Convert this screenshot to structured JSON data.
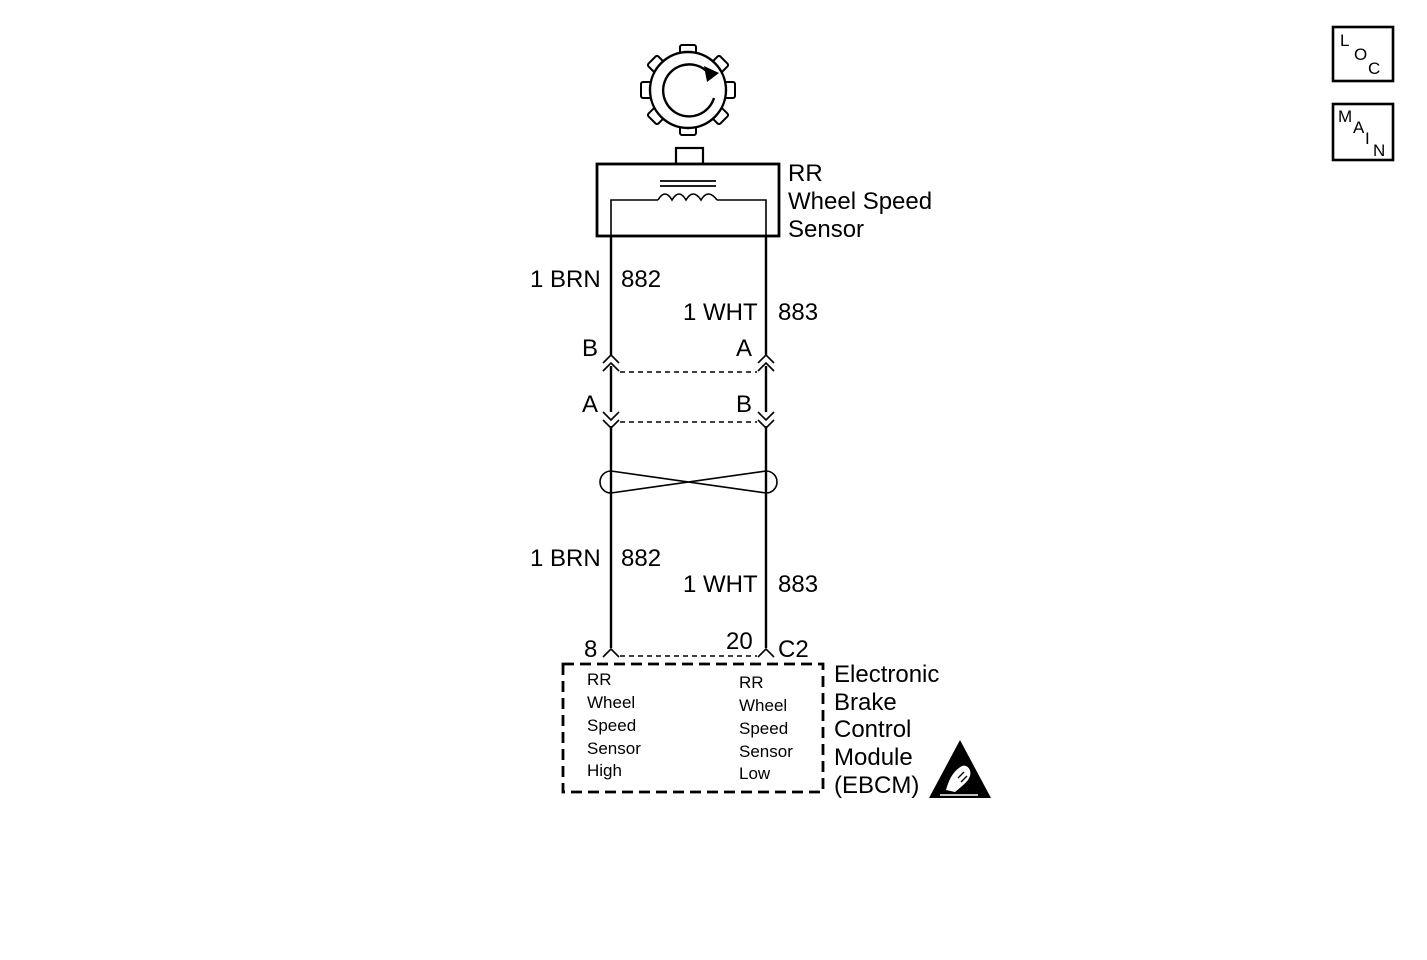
{
  "nav": {
    "loc": {
      "l1": "L",
      "l2": "O",
      "l3": "C"
    },
    "main": {
      "l1": "M",
      "l2": "A",
      "l3": "I",
      "l4": "N"
    }
  },
  "sensor": {
    "line1": "RR",
    "line2": "Wheel Speed",
    "line3": "Sensor"
  },
  "wires": {
    "upper_left_gauge": "1 BRN",
    "upper_left_circuit": "882",
    "upper_right_gauge": "1 WHT",
    "upper_right_circuit": "883",
    "lower_left_gauge": "1 BRN",
    "lower_left_circuit": "882",
    "lower_right_gauge": "1 WHT",
    "lower_right_circuit": "883"
  },
  "connectors": {
    "top_left": "B",
    "top_right": "A",
    "mid_left": "A",
    "mid_right": "B",
    "ebcm_left_pin": "8",
    "ebcm_right_pin": "20",
    "ebcm_connector": "C2"
  },
  "ebcm": {
    "line1": "Electronic",
    "line2": "Brake",
    "line3": "Control",
    "line4": "Module",
    "line5": "(EBCM)",
    "pin_high": [
      "RR",
      "Wheel",
      "Speed",
      "Sensor",
      "High"
    ],
    "pin_low": [
      "RR",
      "Wheel",
      "Speed",
      "Sensor",
      "Low"
    ]
  }
}
